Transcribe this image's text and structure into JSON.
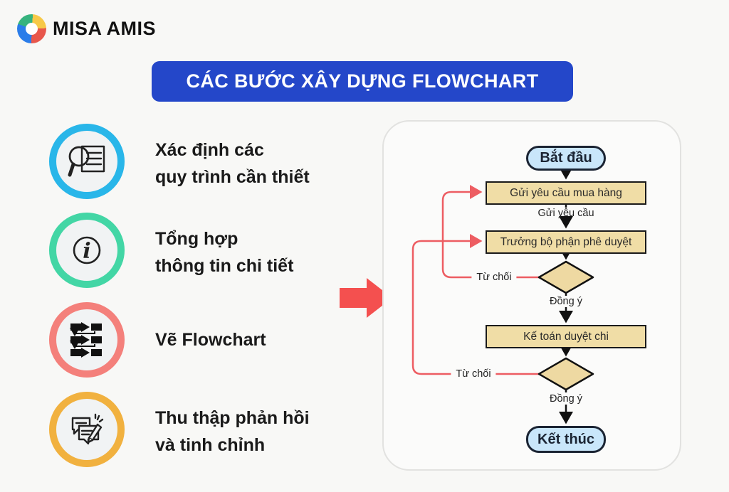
{
  "brand": {
    "name": "MISA AMIS"
  },
  "title": {
    "text": "CÁC BƯỚC XÂY DỰNG FLOWCHART",
    "bg_color": "#2447c9",
    "text_color": "#ffffff"
  },
  "steps": [
    {
      "icon": "magnifier-document-icon",
      "ring_color": "#29b6e9",
      "lines": [
        "Xác định các",
        "quy trình cần thiết"
      ]
    },
    {
      "icon": "info-icon",
      "ring_color": "#43d6a5",
      "lines": [
        "Tổng hợp",
        "thông tin chi tiết"
      ]
    },
    {
      "icon": "flowchart-icon",
      "ring_color": "#f4807b",
      "lines": [
        "Vẽ Flowchart"
      ]
    },
    {
      "icon": "chat-edit-icon",
      "ring_color": "#f1b13f",
      "lines": [
        "Thu thập phản hồi",
        "và tinh chỉnh"
      ]
    }
  ],
  "big_arrow": {
    "color": "#f4504f"
  },
  "flowchart": {
    "colors": {
      "process_fill": "#f0dda6",
      "terminal_fill": "#c9e6fa",
      "node_border": "#1a1a1a",
      "reject_line": "#ed5d62",
      "panel_bg": "#fbfbfa"
    },
    "start": "Bắt đầu",
    "process1": "Gửi yêu cầu mua hàng",
    "edge1": "Gửi yêu cầu",
    "process2": "Trưởng bộ phận phê duyệt",
    "reject1": "Từ chối",
    "agree1": "Đồng ý",
    "process3": "Kế toán duyệt chi",
    "reject2": "Từ chối",
    "agree2": "Đồng ý",
    "end": "Kết thúc"
  }
}
